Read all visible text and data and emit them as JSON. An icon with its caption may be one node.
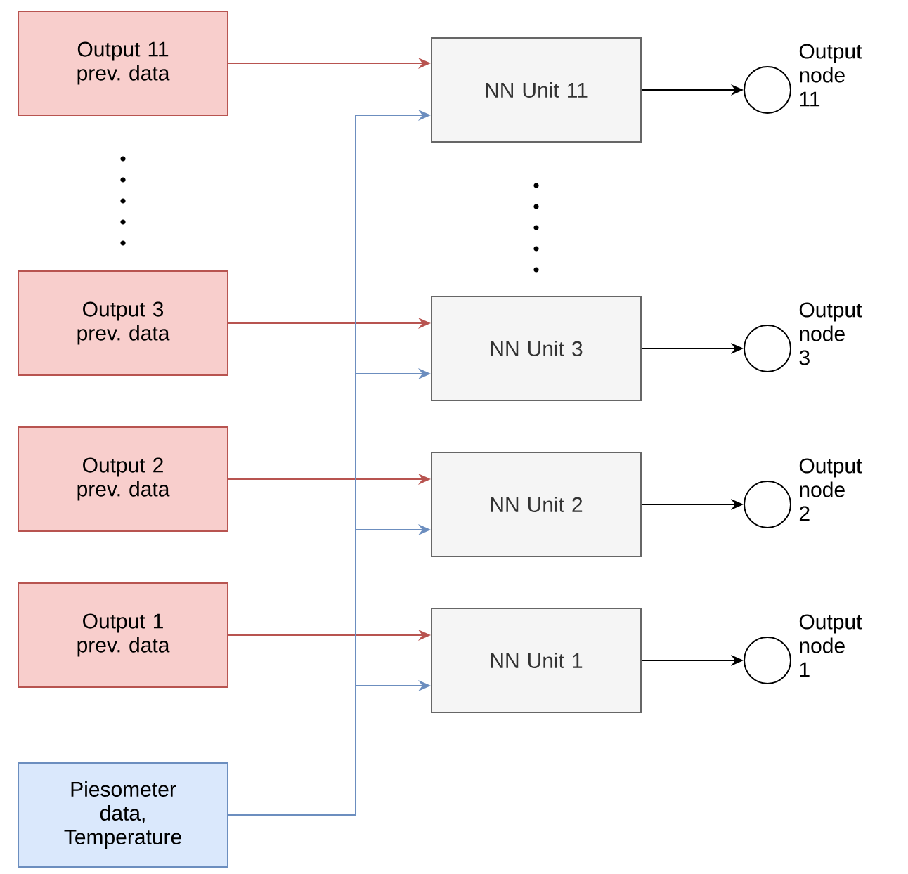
{
  "diagram": {
    "nodes": [
      {
        "text": [
          "Output 11 prev. data"
        ]
      },
      {
        "text": [
          "Output 3 prev. data"
        ]
      },
      {
        "text": [
          "Output 2 prev. data"
        ]
      },
      {
        "text": [
          "Output 1 prev. data"
        ]
      },
      {
        "text": [
          "Piesometer data, Temperature"
        ]
      },
      {
        "text": [
          "NN Unit 11"
        ]
      },
      {
        "text": [
          "NN Unit 3"
        ]
      },
      {
        "text": [
          "NN Unit 2"
        ]
      },
      {
        "text": [
          "NN Unit 1"
        ]
      },
      {
        "text": [],
        "shape": "circle",
        "beside": [
          "Output node 11"
        ]
      },
      {
        "text": [],
        "shape": "circle",
        "beside": [
          "Output node 3"
        ]
      },
      {
        "text": [],
        "shape": "circle",
        "beside": [
          "Output node 2"
        ]
      },
      {
        "text": [],
        "shape": "circle",
        "beside": [
          "Output node 1"
        ]
      }
    ],
    "edges": [
      {
        "from": 0,
        "to": 5,
        "arrow": "to",
        "color": "#b85450"
      },
      {
        "from": 1,
        "to": 6,
        "arrow": "to",
        "color": "#b85450"
      },
      {
        "from": 2,
        "to": 7,
        "arrow": "to",
        "color": "#b85450"
      },
      {
        "from": 3,
        "to": 8,
        "arrow": "to",
        "color": "#b85450"
      },
      {
        "from": 4,
        "to": 5,
        "arrow": "to",
        "color": "#6c8ebf"
      },
      {
        "from": 4,
        "to": 6,
        "arrow": "to",
        "color": "#6c8ebf"
      },
      {
        "from": 4,
        "to": 7,
        "arrow": "to",
        "color": "#6c8ebf"
      },
      {
        "from": 4,
        "to": 8,
        "arrow": "to",
        "color": "#6c8ebf"
      },
      {
        "from": 5,
        "to": 9,
        "arrow": "to",
        "color": "#000000"
      },
      {
        "from": 6,
        "to": 10,
        "arrow": "to",
        "color": "#000000"
      },
      {
        "from": 7,
        "to": 11,
        "arrow": "to",
        "color": "#000000"
      },
      {
        "from": 8,
        "to": 12,
        "arrow": "to",
        "color": "#000000"
      }
    ]
  }
}
